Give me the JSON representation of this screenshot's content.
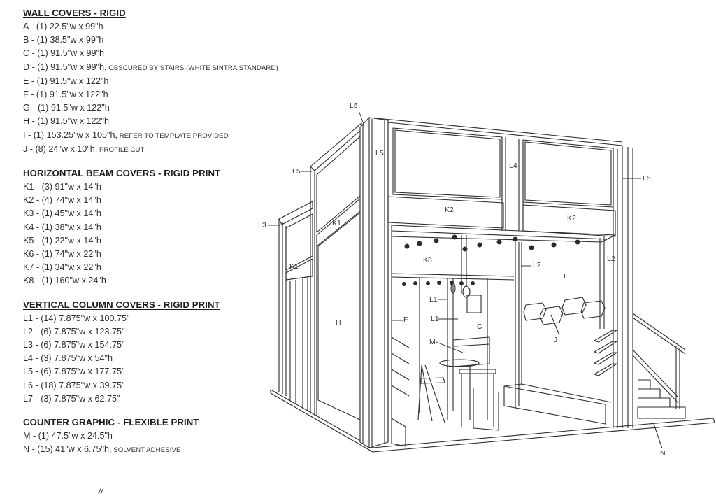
{
  "sections": [
    {
      "title": "WALL COVERS - RIGID",
      "items": [
        {
          "code": "A",
          "text": "A - (1) 22.5\"w x 99\"h",
          "note": ""
        },
        {
          "code": "B",
          "text": "B - (1) 38.5\"w x 99\"h",
          "note": ""
        },
        {
          "code": "C",
          "text": "C - (1) 91.5\"w x 99\"h",
          "note": ""
        },
        {
          "code": "D",
          "text": "D - (1) 91.5\"w x 99\"h,",
          "note": " OBSCURED BY STAIRS (WHITE SINTRA STANDARD)"
        },
        {
          "code": "E",
          "text": "E - (1) 91.5\"w x 122\"h",
          "note": ""
        },
        {
          "code": "F",
          "text": "F - (1) 91.5\"w x 122\"h",
          "note": ""
        },
        {
          "code": "G",
          "text": "G - (1) 91.5\"w x 122\"h",
          "note": ""
        },
        {
          "code": "H",
          "text": "H - (1) 91.5\"w x 122\"h",
          "note": ""
        },
        {
          "code": "I",
          "text": "I - (1) 153.25\"w x 105\"h,",
          "note": " REFER TO TEMPLATE PROVIDED"
        },
        {
          "code": "J",
          "text": "J - (8) 24\"w x 10\"h,",
          "note": " PROFILE CUT"
        }
      ]
    },
    {
      "title": "HORIZONTAL BEAM COVERS - RIGID PRINT",
      "items": [
        {
          "code": "K1",
          "text": "K1 - (3) 91\"w x 14\"h",
          "note": ""
        },
        {
          "code": "K2",
          "text": "K2 - (4) 74\"w x 14\"h",
          "note": ""
        },
        {
          "code": "K3",
          "text": "K3 - (1) 45\"w x 14\"h",
          "note": ""
        },
        {
          "code": "K4",
          "text": "K4 - (1) 38\"w x 14\"h",
          "note": ""
        },
        {
          "code": "K5",
          "text": "K5 - (1) 22\"w x 14\"h",
          "note": ""
        },
        {
          "code": "K6",
          "text": "K6 - (1) 74\"w x 22\"h",
          "note": ""
        },
        {
          "code": "K7",
          "text": "K7 - (1) 34\"w x 22\"h",
          "note": ""
        },
        {
          "code": "K8",
          "text": "K8 - (1) 160\"w x 24\"h",
          "note": ""
        }
      ]
    },
    {
      "title": "VERTICAL COLUMN COVERS - RIGID PRINT",
      "items": [
        {
          "code": "L1",
          "text": "L1 - (14) 7.875\"w x 100.75\"",
          "note": ""
        },
        {
          "code": "L2",
          "text": "L2 - (6) 7.875\"w x 123.75\"",
          "note": ""
        },
        {
          "code": "L3",
          "text": "L3 - (6) 7.875\"w x 154.75\"",
          "note": ""
        },
        {
          "code": "L4",
          "text": "L4 - (3) 7.875\"w x 54\"h",
          "note": ""
        },
        {
          "code": "L5",
          "text": "L5 - (6) 7.875\"w x 177.75\"",
          "note": ""
        },
        {
          "code": "L6",
          "text": "L6 - (18) 7.875\"w x 39.75\"",
          "note": ""
        },
        {
          "code": "L7",
          "text": "L7 - (3) 7.875\"w x 62.75\"",
          "note": ""
        }
      ]
    },
    {
      "title": "COUNTER GRAPHIC - FLEXIBLE PRINT",
      "items": [
        {
          "code": "M",
          "text": "M - (1) 47.5\"w x 24.5\"h",
          "note": ""
        },
        {
          "code": "N",
          "text": "N - (15) 41\"w x 6.75\"h,",
          "note": " SOLVENT ADHESIVE"
        }
      ]
    }
  ],
  "drawing_labels": {
    "l5_top": "L5",
    "l5_corner": "L5",
    "l5_left": "L5",
    "l5_right": "L5",
    "l3": "L3",
    "l4": "L4",
    "k1_upper": "K1",
    "k1_lower": "K1",
    "k2_left": "K2",
    "k2_right": "K2",
    "k8": "K8",
    "l2_center": "L2",
    "l2_right": "L2",
    "e": "E",
    "h": "H",
    "f": "F",
    "l1_upper": "L1",
    "l1_lower": "L1",
    "c": "C",
    "m": "M",
    "j": "J",
    "n": "N"
  },
  "footer_mark": "//"
}
